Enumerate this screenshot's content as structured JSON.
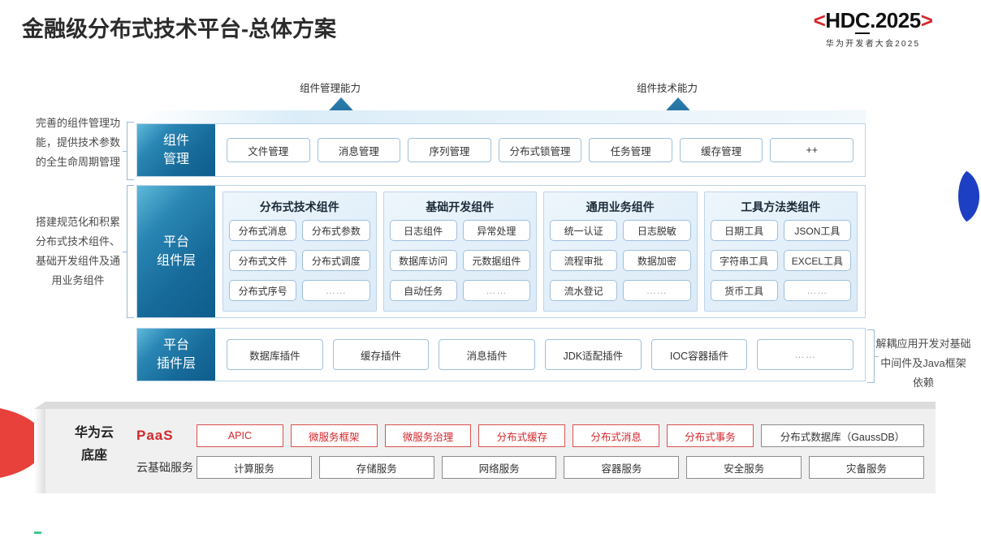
{
  "header": {
    "title": "金融级分布式技术平台-总体方案",
    "logo_bracket_left": "<",
    "logo_text_h": "H",
    "logo_text_d": "D",
    "logo_text_c": "C",
    "logo_text_rest": ".2025",
    "logo_bracket_right": ">",
    "logo_subtitle": "华为开发者大会2025",
    "accent_red": "#d4262b"
  },
  "callouts": {
    "arrow_left_label": "组件管理能力",
    "arrow_right_label": "组件技术能力"
  },
  "side_notes": {
    "left_top": "完善的组件管理功能，提供技术参数的全生命周期管理",
    "left_middle": "搭建规范化和积累分布式技术组件、基础开发组件及通用业务组件",
    "right": "解耦应用开发对基础中间件及Java框架依赖"
  },
  "layers": {
    "component_management": {
      "tag_line1": "组件",
      "tag_line2": "管理",
      "items": [
        "文件管理",
        "消息管理",
        "序列管理",
        "分布式锁管理",
        "任务管理",
        "缓存管理",
        "++"
      ]
    },
    "platform_component": {
      "tag_line1": "平台",
      "tag_line2": "组件层",
      "groups": [
        {
          "title": "分布式技术组件",
          "items": [
            "分布式消息",
            "分布式参数",
            "分布式文件",
            "分布式调度",
            "分布式序号",
            "……"
          ]
        },
        {
          "title": "基础开发组件",
          "items": [
            "日志组件",
            "异常处理",
            "数据库访问",
            "元数据组件",
            "自动任务",
            "……"
          ]
        },
        {
          "title": "通用业务组件",
          "items": [
            "统一认证",
            "日志脱敏",
            "流程审批",
            "数据加密",
            "流水登记",
            "……"
          ]
        },
        {
          "title": "工具方法类组件",
          "items": [
            "日期工具",
            "JSON工具",
            "字符串工具",
            "EXCEL工具",
            "货币工具",
            "……"
          ]
        }
      ]
    },
    "platform_plugin": {
      "tag_line1": "平台",
      "tag_line2": "插件层",
      "items": [
        "数据库插件",
        "缓存插件",
        "消息插件",
        "JDK适配插件",
        "IOC容器插件",
        "……"
      ]
    }
  },
  "cloud_base": {
    "label_line1": "华为云",
    "label_line2": "底座",
    "paas_label": "PaaS",
    "paas_items": [
      {
        "text": "APIC",
        "style": "red"
      },
      {
        "text": "微服务框架",
        "style": "red"
      },
      {
        "text": "微服务治理",
        "style": "red"
      },
      {
        "text": "分布式缓存",
        "style": "red"
      },
      {
        "text": "分布式消息",
        "style": "red"
      },
      {
        "text": "分布式事务",
        "style": "red"
      },
      {
        "text": "分布式数据库（GaussDB）",
        "style": "gray"
      }
    ],
    "infra_label": "云基础服务",
    "infra_items": [
      "计算服务",
      "存储服务",
      "网络服务",
      "容器服务",
      "安全服务",
      "灾备服务"
    ]
  }
}
